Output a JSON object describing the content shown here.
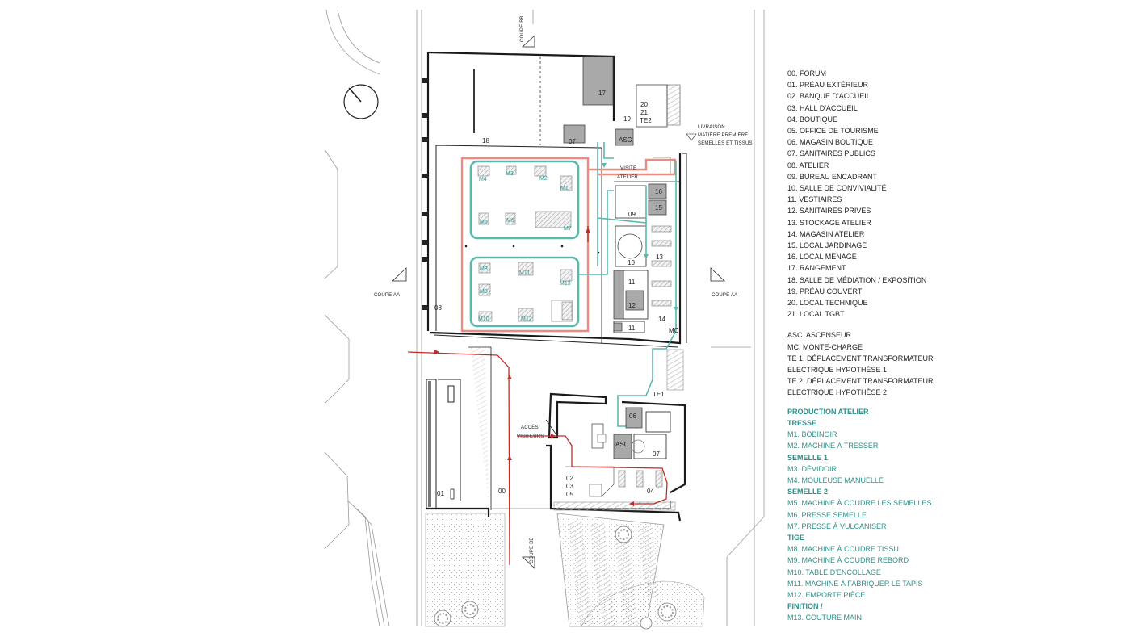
{
  "legend_rooms": [
    "00. FORUM",
    "01. PRÉAU EXTÉRIEUR",
    "02. BANQUE D'ACCUEIL",
    "03. HALL D'ACCUEIL",
    "04. BOUTIQUE",
    "05. OFFICE DE TOURISME",
    "06. MAGASIN BOUTIQUE",
    "07. SANITAIRES PUBLICS",
    "08. ATELIER",
    "09. BUREAU ENCADRANT",
    "10. SALLE DE CONVIVIALITÉ",
    "11. VESTIAIRES",
    "12. SANITAIRES PRIVÉS",
    "13. STOCKAGE ATELIER",
    "14. MAGASIN ATELIER",
    "15. LOCAL JARDINAGE",
    "16. LOCAL MÉNAGE",
    "17. RANGEMENT",
    "18. SALLE DE MÉDIATION / EXPOSITION",
    "19. PRÉAU COUVERT",
    "20. LOCAL TECHNIQUE",
    "21. LOCAL TGBT"
  ],
  "legend_abbrev": [
    "ASC. ASCENSEUR",
    "MC.  MONTE-CHARGE",
    "TE 1. DÉPLACEMENT TRANSFORMATEUR",
    "ELECTRIQUE HYPOTHÈSE 1",
    "TE 2. DÉPLACEMENT TRANSFORMATEUR",
    "ELECTRIQUE HYPOTHÈSE 2"
  ],
  "production": {
    "title": "PRODUCTION ATELIER",
    "groups": [
      {
        "name": "TRESSE",
        "items": [
          "M1.  BOBINOIR",
          "M2.  MACHINE À TRESSER"
        ]
      },
      {
        "name": "SEMELLE 1",
        "items": [
          "M3.  DÉVIDOIR",
          "M4.  MOULEUSE MANUELLE"
        ]
      },
      {
        "name": "SEMELLE 2",
        "items": [
          "M5.  MACHINE À COUDRE LES SEMELLES",
          "M6.  PRESSE SEMELLE",
          "M7.  PRESSE À VULCANISER"
        ]
      },
      {
        "name": "TIGE",
        "items": [
          "M8.  MACHINE À COUDRE TISSU",
          "M9.  MACHINE À COUDRE REBORD",
          "M10. TABLE D'ENCOLLAGE",
          "M11. MACHINE À FABRIQUER LE TAPIS",
          "M12. EMPORTE PIÈCE"
        ]
      },
      {
        "name": "FINITION /",
        "items": [
          "M13. COUTURE MAIN"
        ]
      }
    ]
  },
  "plan": {
    "section_labels": {
      "bb_top": "COUPE BB",
      "bb_bottom": "COUPE BB",
      "aa_left": "COUPE AA",
      "aa_right": "COUPE AA"
    },
    "delivery": [
      "LIVRAISON",
      "MATIÈRE PREMIÈRE",
      "SEMELLES ET TISSUS"
    ],
    "visite": [
      "VISITE",
      "ATELIER"
    ],
    "acces": [
      "ACCÈS",
      "VISITEURS"
    ],
    "rooms": {
      "r17": "17",
      "r19": "19",
      "r20": "20",
      "r21": "21",
      "te2": "TE2",
      "r18": "18",
      "r07a": "07",
      "asc_a": "ASC",
      "r16": "16",
      "r15": "15",
      "r09": "09",
      "r10": "10",
      "r13": "13",
      "r11a": "11",
      "r12": "12",
      "r11b": "11",
      "r14": "14",
      "mc": "MC",
      "r08": "08",
      "te1": "TE1",
      "r06": "06",
      "asc_b": "ASC",
      "r07b": "07",
      "r02": "02",
      "r03": "03",
      "r05": "05",
      "r04": "04",
      "r01": "01",
      "r00": "00"
    },
    "machines": {
      "m1": "M1",
      "m2": "M2",
      "m3": "M3",
      "m4": "M4",
      "m5": "M5",
      "m6": "M6",
      "m7": "M7",
      "m8": "M8",
      "m9": "M9",
      "m10": "M10",
      "m11": "M11",
      "m12": "M12",
      "m13": "M13"
    }
  },
  "colors": {
    "circulation_teal": "#5bb8ad",
    "visit_pink": "#ef8a80",
    "visitor_red": "#c42a26",
    "production_text": "#2e8f88"
  }
}
